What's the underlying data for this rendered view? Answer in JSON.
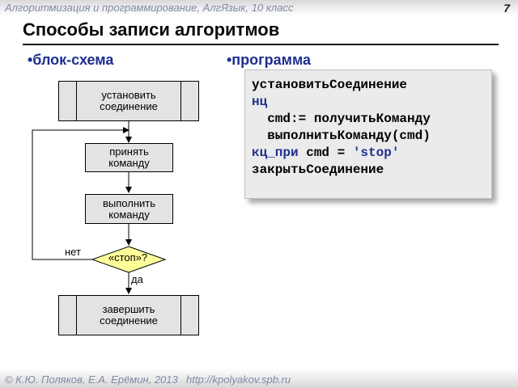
{
  "header": {
    "course": "Алгоритмизация и программирование, АлгЯзык, 10 класс",
    "page_number": "7"
  },
  "slide": {
    "title": "Способы записи алгоритмов",
    "bullet_left": "•блок-схема",
    "bullet_right": "•программа"
  },
  "flowchart": {
    "step1": "установить\nсоединение",
    "step2": "принять\nкоманду",
    "step3": "выполнить\nкоманду",
    "decision": "«стоп»?",
    "label_no": "нет",
    "label_yes": "да",
    "step4": "завершить\nсоединение"
  },
  "code": {
    "line1": "установитьСоединение",
    "line2_kw": "нц",
    "line3": "  cmd:= получитьКоманду",
    "line4": "  выполнитьКоманду(cmd)",
    "line5_kw": "кц_при",
    "line5_rest": " cmd = ",
    "line5_str": "'stop'",
    "line6": "закрытьСоединение"
  },
  "footer": {
    "authors": "© К.Ю. Поляков, Е.А. Ерёмин, 2013",
    "url": "http://kpolyakov.spb.ru"
  }
}
